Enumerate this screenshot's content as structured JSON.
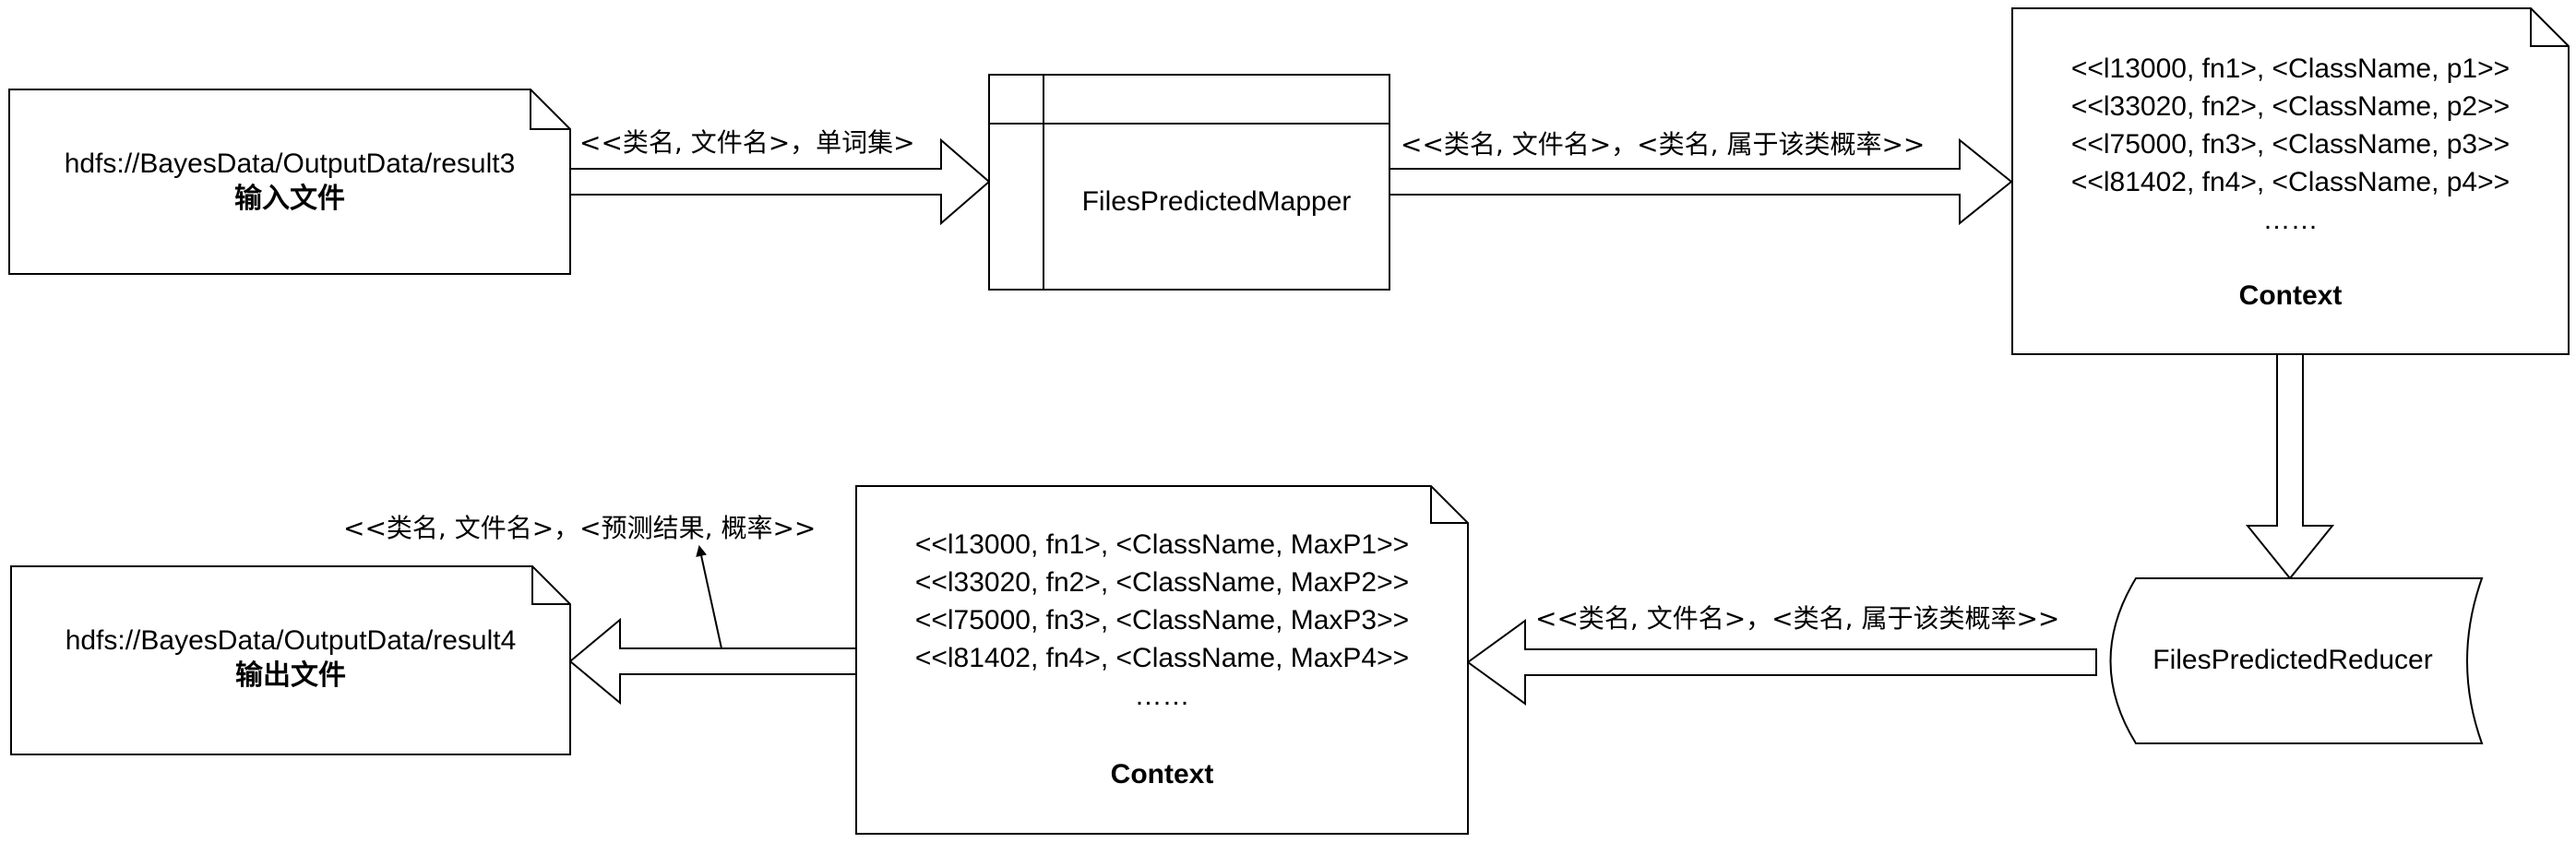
{
  "input_file": {
    "path": "hdfs://BayesData/OutputData/result3",
    "caption": "输入文件"
  },
  "edge_input_to_mapper": "<<类名, 文件名>，单词集>",
  "mapper": {
    "name": "FilesPredictedMapper"
  },
  "edge_mapper_to_context": "<<类名, 文件名>，<类名, 属于该类概率>>",
  "context_top": {
    "lines": [
      "<<l13000, fn1>, <ClassName, p1>>",
      "<<l33020, fn2>, <ClassName, p2>>",
      "<<l75000, fn3>, <ClassName, p3>>",
      "<<l81402, fn4>, <ClassName, p4>>",
      "……"
    ],
    "title": "Context"
  },
  "reducer": {
    "name": "FilesPredictedReducer"
  },
  "edge_reducer_to_context": "<<类名, 文件名>，<类名, 属于该类概率>>",
  "context_bottom": {
    "lines": [
      "<<l13000, fn1>, <ClassName, MaxP1>>",
      "<<l33020, fn2>, <ClassName, MaxP2>>",
      "<<l75000, fn3>, <ClassName, MaxP3>>",
      "<<l81402, fn4>, <ClassName, MaxP4>>",
      "……"
    ],
    "title": "Context"
  },
  "edge_context_to_output": "<<类名, 文件名>，<预测结果, 概率>>",
  "output_file": {
    "path": "hdfs://BayesData/OutputData/result4",
    "caption": "输出文件"
  }
}
